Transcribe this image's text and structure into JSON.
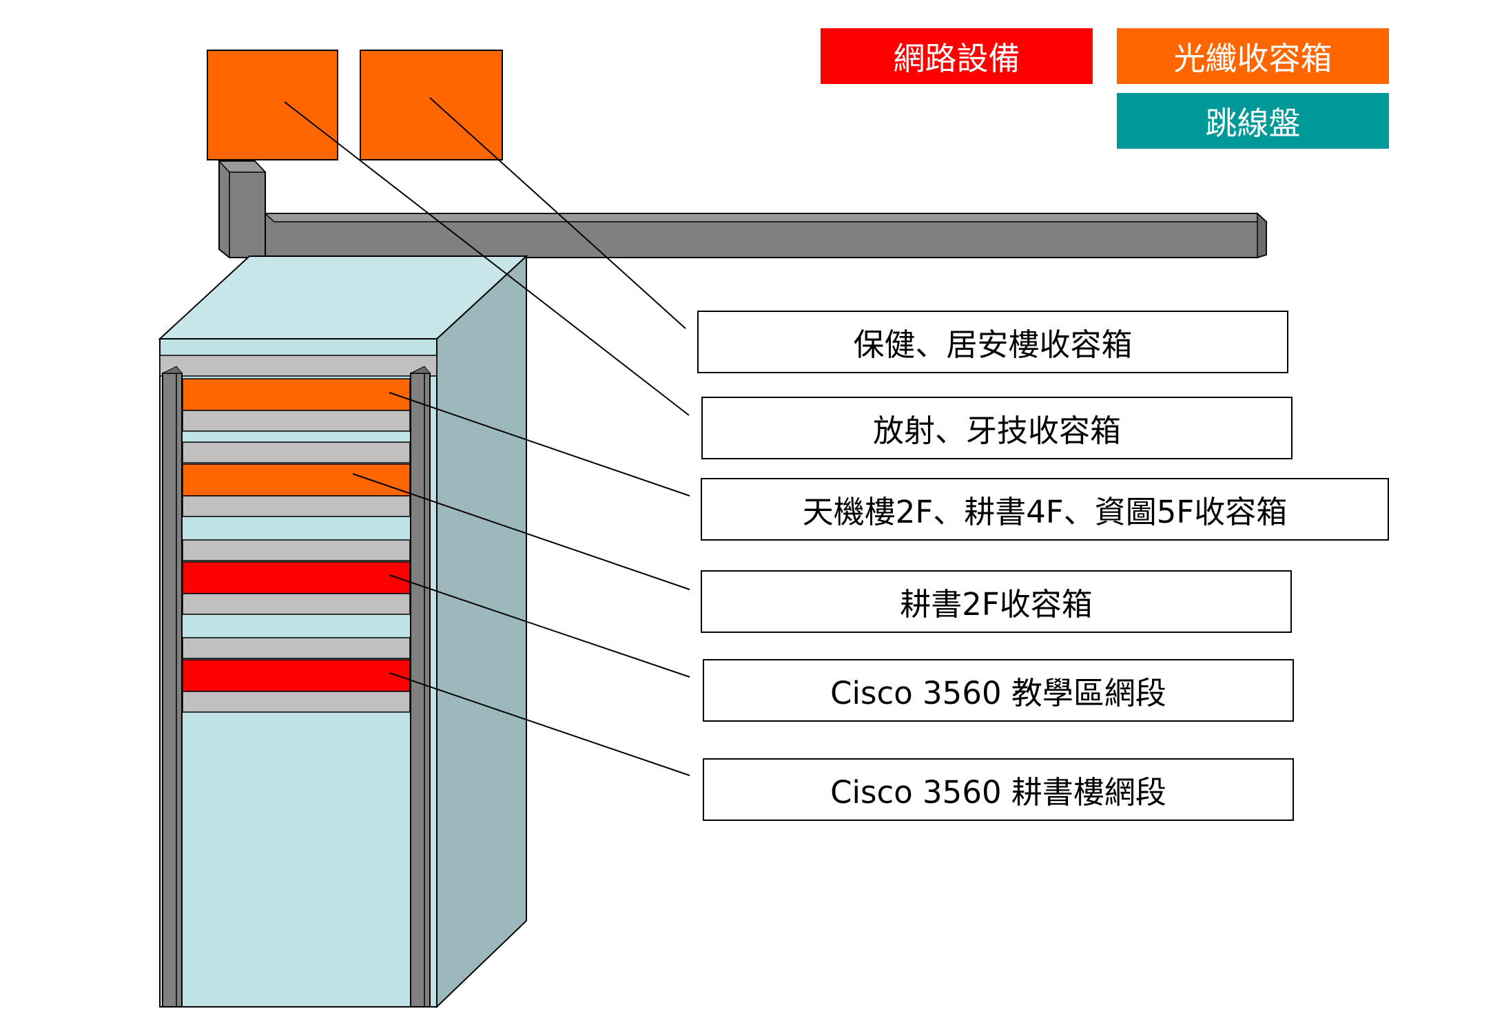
{
  "legend": {
    "network": {
      "label": "網路設備",
      "color": "#ff0000"
    },
    "fiber": {
      "label": "光纖收容箱",
      "color": "#ff6600"
    },
    "patch": {
      "label": "跳線盤",
      "color": "#009999"
    }
  },
  "callouts": [
    {
      "id": "a",
      "label": "保健、居安樓收容箱"
    },
    {
      "id": "b",
      "label": "放射、牙技收容箱"
    },
    {
      "id": "c",
      "label": "天機樓2F、耕書4F、資圖5F收容箱"
    },
    {
      "id": "d",
      "label": "耕書2F收容箱"
    },
    {
      "id": "e",
      "label": "Cisco 3560 教學區網段"
    },
    {
      "id": "f",
      "label": "Cisco 3560 耕書樓網段"
    }
  ],
  "colors": {
    "rack_face": "#bfe2e6",
    "rack_top": "#c8e6ea",
    "rack_side": "#9cb8bc",
    "rail": "#808080",
    "rail_dark": "#6b6b6b",
    "shelf": "#c0c0c0",
    "fiber_box": "#ff6600",
    "switch": "#ff0000"
  }
}
